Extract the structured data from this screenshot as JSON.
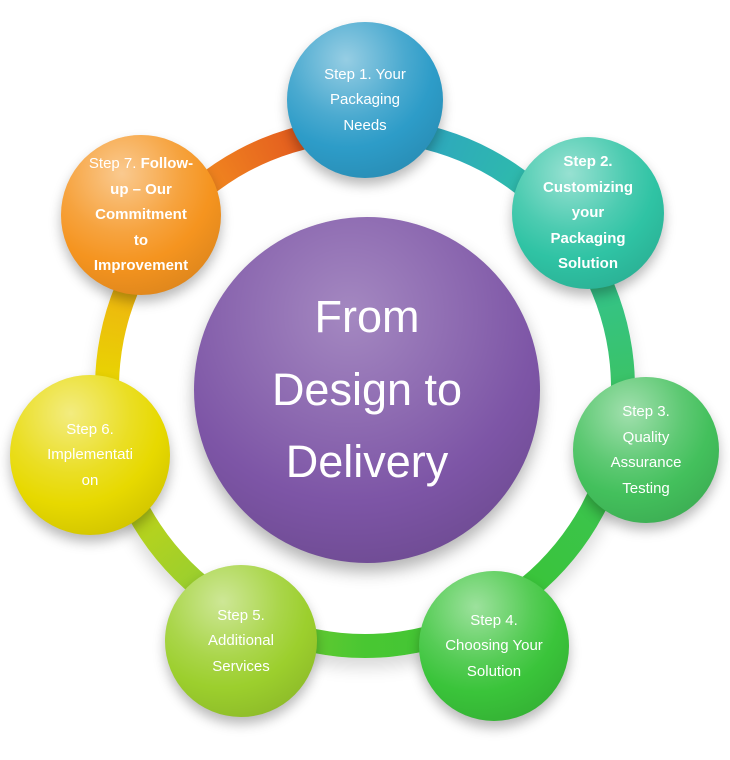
{
  "center": {
    "color": "#7d55a6",
    "lines": [
      "From",
      "Design to",
      "Delivery"
    ]
  },
  "steps": [
    {
      "id": 1,
      "label": "Step 1. Your Packaging Needs",
      "color": "#2d9cc8"
    },
    {
      "id": 2,
      "label": "Step 2. Customizing your Packaging Solution",
      "color": "#2fc3a4"
    },
    {
      "id": 3,
      "label": "Step 3. Quality Assurance Testing",
      "color": "#43c05c"
    },
    {
      "id": 4,
      "label": "Step 4. Choosing Your Solution",
      "color": "#3ac43a"
    },
    {
      "id": 5,
      "label": "Step 5. Additional Services",
      "color": "#9ccf2d"
    },
    {
      "id": 6,
      "label": "Step 6. Implementation",
      "color": "#e7d900"
    },
    {
      "id": 7,
      "prefix": "Step 7. ",
      "label": "Follow-up – Our Commitment to Improvement",
      "color": "#f5941f"
    }
  ],
  "ring_colors": [
    "#2d9cc8",
    "#2fc3a4",
    "#3cc35e",
    "#3ac43a",
    "#9ccf2d",
    "#e7d900",
    "#f5941f",
    "#e2571f"
  ]
}
